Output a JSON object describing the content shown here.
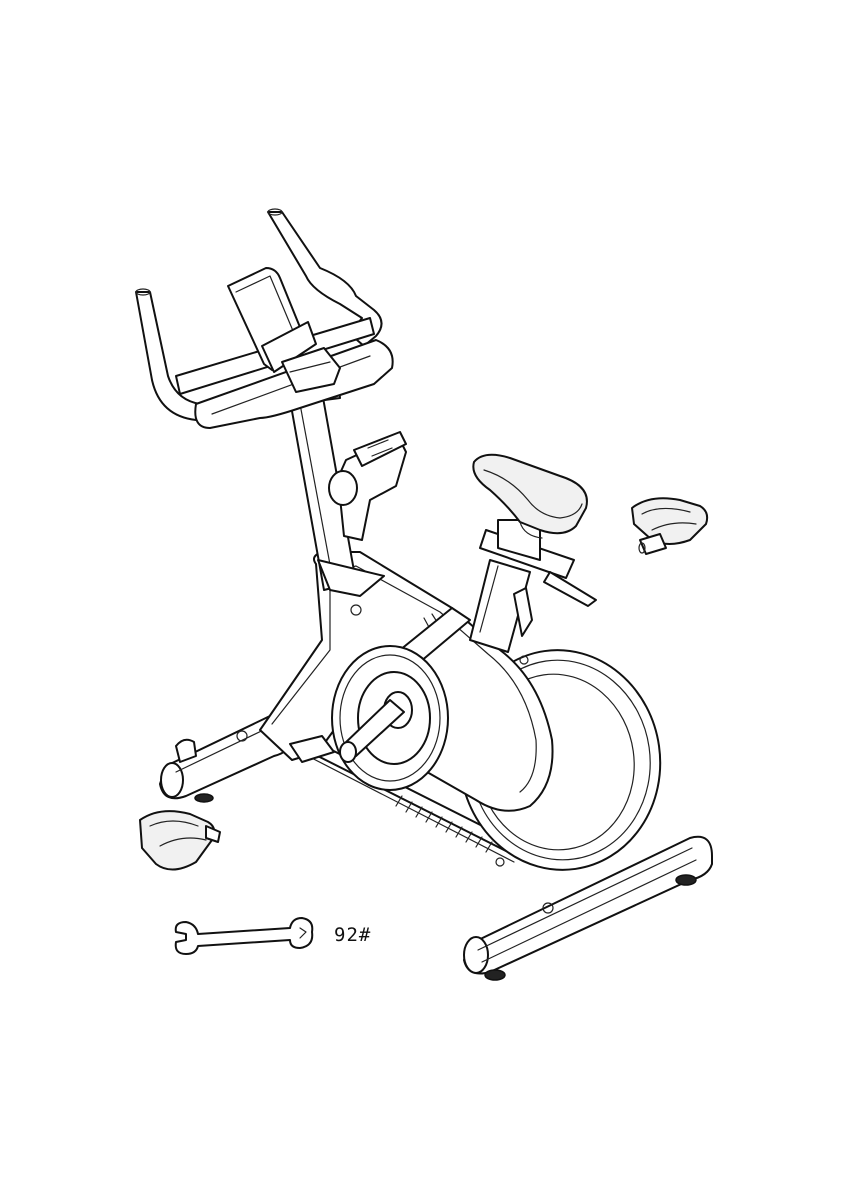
{
  "diagram": {
    "subject": "exercise-bike",
    "parts": [
      "handlebar",
      "phone-holder",
      "console-post",
      "resistance-knob",
      "seat",
      "seat-post",
      "frame",
      "flywheel",
      "crank",
      "front-stabilizer",
      "rear-stabilizer",
      "pedal-left",
      "pedal-right",
      "wrench"
    ]
  },
  "tools": {
    "wrench_label": "92#"
  }
}
